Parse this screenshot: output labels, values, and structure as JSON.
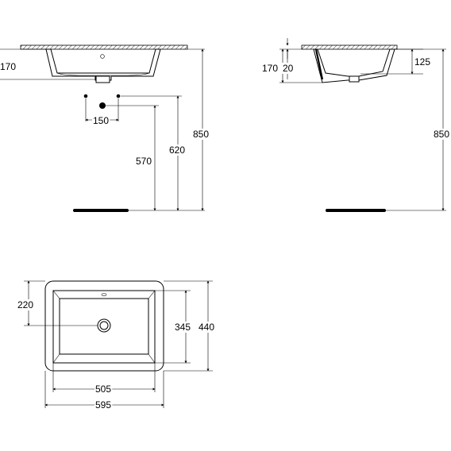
{
  "front_view": {
    "dims": {
      "basin_height": "170",
      "tap_spacing": "150",
      "waste_height": "570",
      "supply_height": "620",
      "total_height": "850"
    }
  },
  "side_view": {
    "dims": {
      "basin_height": "170",
      "rim_thickness": "20",
      "bowl_depth": "125",
      "total_height": "850"
    }
  },
  "plan_view": {
    "dims": {
      "drain_offset": "220",
      "inner_depth": "345",
      "outer_depth": "440",
      "inner_width": "505",
      "outer_width": "595"
    }
  }
}
